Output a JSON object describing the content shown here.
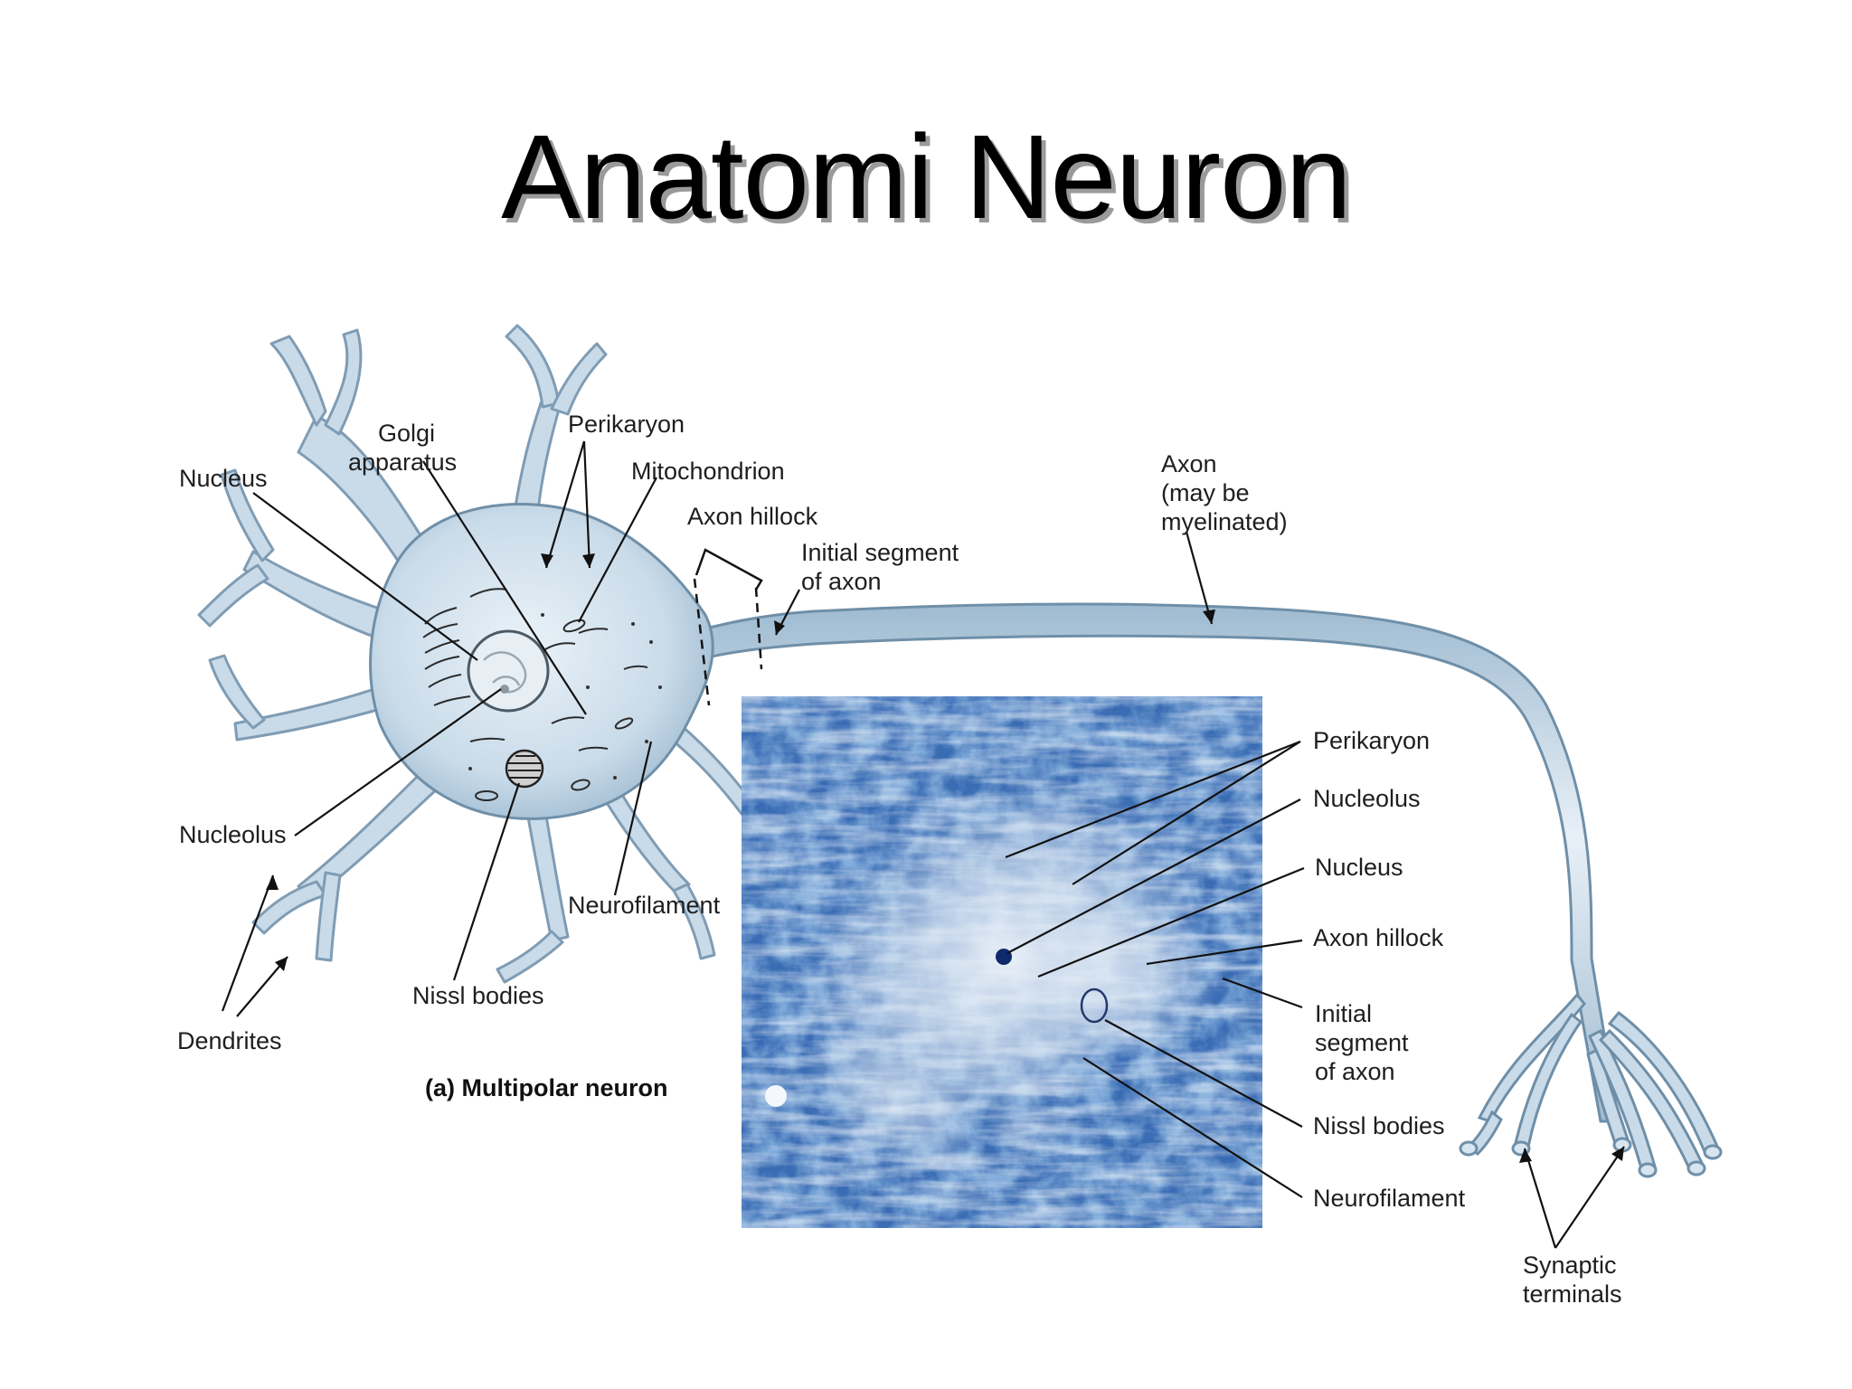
{
  "title": "Anatomi Neuron",
  "caption": "(a) Multipolar neuron",
  "colors": {
    "neuron_fill": "#c9dbe9",
    "neuron_outline": "#6f8fa8",
    "micrograph_base": "#3a6cb4",
    "micrograph_light": "#e9f0f7"
  },
  "drawing_labels": {
    "nucleus": "Nucleus",
    "golgi": [
      "Golgi",
      "apparatus"
    ],
    "perikaryon": "Perikaryon",
    "mitochondrion": "Mitochondrion",
    "axon_hillock": "Axon hillock",
    "initial_segment": [
      "Initial segment",
      "of axon"
    ],
    "axon": [
      "Axon",
      "(may be",
      "myelinated)"
    ],
    "nucleolus": "Nucleolus",
    "neurofilament": "Neurofilament",
    "nissl_bodies": "Nissl bodies",
    "dendrites": "Dendrites",
    "synaptic_terminals": [
      "Synaptic",
      "terminals"
    ]
  },
  "micrograph_labels": {
    "perikaryon": "Perikaryon",
    "nucleolus": "Nucleolus",
    "nucleus": "Nucleus",
    "axon_hillock": "Axon hillock",
    "initial_segment": [
      "Initial",
      "segment",
      "of axon"
    ],
    "nissl_bodies": "Nissl bodies",
    "neurofilament": "Neurofilament"
  }
}
